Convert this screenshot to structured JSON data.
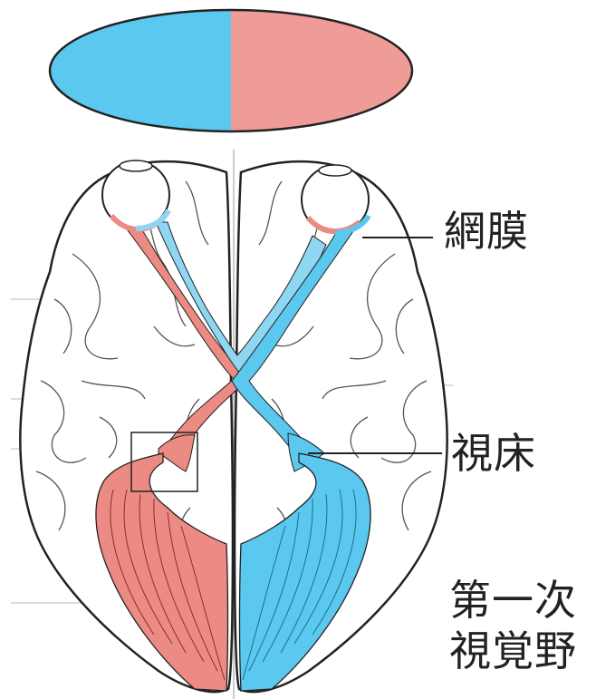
{
  "labels": {
    "retina": "網膜",
    "thalamus": "視床",
    "primary_visual_cortex_line1": "第一次",
    "primary_visual_cortex_line2": "視覚野"
  },
  "colors": {
    "left_field": "#5bc8f0",
    "right_field": "#ef9c98",
    "left_pathway": "#8fd6f2",
    "right_pathway": "#ec8a84",
    "outline": "#222222",
    "brain_line": "#555555"
  }
}
